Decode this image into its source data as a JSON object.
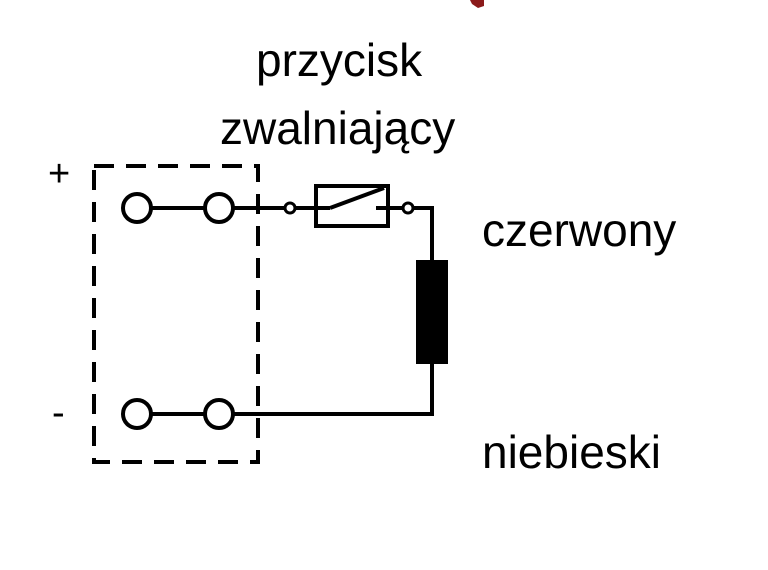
{
  "diagram": {
    "button_label_line1": "przycisk",
    "button_label_line2": "zwalniający",
    "wire_top_label": "czerwony",
    "wire_bottom_label": "niebieski",
    "plus_sign": "+",
    "minus_sign": "-",
    "colors": {
      "line": "#000000",
      "background": "#ffffff",
      "accent_top": "#8b1a1a"
    }
  }
}
